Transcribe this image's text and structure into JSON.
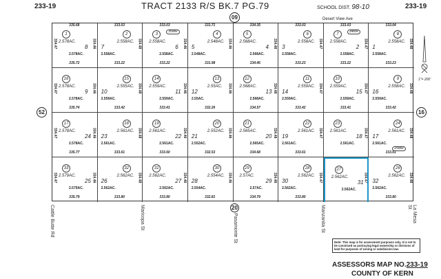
{
  "header": {
    "map_no_left": "233-19",
    "title": "TRACT 2133 R/S BK.7 PG.79",
    "school_label": "SCHOOL DIST.",
    "school_value": "98-10",
    "map_no_right": "233-19"
  },
  "street_top": "Desert View Ave",
  "circled_refs": {
    "top": "09",
    "left": "52",
    "right": "16",
    "bottom": "20"
  },
  "streets_bottom": [
    "Cattle Butte Rd",
    "Maricopa St",
    "Pasamonte St",
    "Manzanita St",
    "La Mesa St"
  ],
  "scale": "1\"= 200'",
  "highlight_color": "#1a95c8",
  "highlighted": {
    "row": 3,
    "col": 6
  },
  "h_dims": [
    [
      "335.68",
      "333.03",
      "333.03",
      "331.71",
      "334.35",
      "333.03",
      "333.03",
      "333.04"
    ],
    [
      "335.72",
      "333.22",
      "333.22",
      "331.98",
      "334.46",
      "333.23",
      "333.22",
      "333.23"
    ],
    [
      "335.74",
      "333.42",
      "333.41",
      "332.26",
      "334.57",
      "333.42",
      "333.41",
      "333.42"
    ],
    [
      "335.77",
      "333.61",
      "333.60",
      "332.53",
      "334.68",
      "333.61",
      "",
      "333.61"
    ],
    [
      "335.79",
      "333.80",
      "333.80",
      "332.81",
      "334.79",
      "333.80",
      "",
      "333.80"
    ]
  ],
  "v_dims": [
    "334.47",
    "334.46",
    "334.48",
    "334.46",
    "334.46",
    "334.48",
    "334.47",
    "334.47",
    "334.48"
  ],
  "rows": [
    [
      {
        "p": "1",
        "pac": "2.578AC.",
        "lot": "8",
        "lac": "2.578AC."
      },
      {
        "p": "2",
        "pac": "2.558AC.",
        "lot": "7",
        "lac": "2.558AC."
      },
      {
        "p": "3",
        "pac": "2.558AC.",
        "lot": "6",
        "lac": "2.558AC.",
        "mr": "35MR"
      },
      {
        "p": "4",
        "pac": "2.548AC.",
        "lot": "5",
        "lac": "2.548AC."
      },
      {
        "p": "5",
        "pac": "2.568AC.",
        "lot": "4",
        "lac": "2.568AC."
      },
      {
        "p": "6",
        "pac": "2.558AC.",
        "lot": "3",
        "lac": "2.558AC."
      },
      {
        "p": "7",
        "pac": "2.558AC.",
        "lot": "2",
        "lac": "2.558AC.",
        "mr": "34MR"
      },
      {
        "p": "8",
        "pac": "2.558AC.",
        "lot": "1",
        "lac": "2.558AC."
      }
    ],
    [
      {
        "p": "16",
        "pac": "2.578AC.",
        "lot": "9",
        "lac": "2.578AC."
      },
      {
        "p": "15",
        "pac": "2.555AC.",
        "lot": "10",
        "lac": "2.559AC."
      },
      {
        "p": "14",
        "pac": "2.559AC.",
        "lot": "11",
        "lac": "2.559AC."
      },
      {
        "p": "13",
        "pac": "2.55AC.",
        "lot": "12",
        "lac": "2.55AC."
      },
      {
        "p": "12",
        "pac": "2.568AC.",
        "lot": "13",
        "lac": "2.568AC."
      },
      {
        "p": "11",
        "pac": "2.559AC.",
        "lot": "14",
        "lac": "2.559AC."
      },
      {
        "p": "10",
        "pac": "2.559AC.",
        "lot": "15",
        "lac": "2.559AC."
      },
      {
        "p": "9",
        "pac": "2.558AC.",
        "lot": "16",
        "lac": "2.559AC."
      }
    ],
    [
      {
        "p": "17",
        "pac": "2.578AC.",
        "lot": "24",
        "lac": "2.578AC."
      },
      {
        "p": "18",
        "pac": "2.561AC.",
        "lot": "23",
        "lac": "2.561AC."
      },
      {
        "p": "19",
        "pac": "2.561AC.",
        "lot": "22",
        "lac": "2.561AC."
      },
      {
        "p": "20",
        "pac": "2.552AC.",
        "lot": "21",
        "lac": "2.552AC."
      },
      {
        "p": "21",
        "pac": "2.565AC.",
        "lot": "20",
        "lac": "2.565AC."
      },
      {
        "p": "22",
        "pac": "2.561AC.",
        "lot": "19",
        "lac": "2.561AC."
      },
      {
        "p": "23",
        "pac": "2.561AC.",
        "lot": "18",
        "lac": "2.561AC."
      },
      {
        "p": "24",
        "pac": "2.561AC.",
        "lot": "17",
        "lac": "2.561AC.",
        "mr": "25MR"
      }
    ],
    [
      {
        "p": "33",
        "pac": "2.579AC.",
        "lot": "25",
        "lac": "2.579AC."
      },
      {
        "p": "32",
        "pac": "2.562AC.",
        "lot": "26",
        "lac": "2.562AC."
      },
      {
        "p": "31",
        "pac": "2.562AC.",
        "lot": "27",
        "lac": "2.562AC."
      },
      {
        "p": "30",
        "pac": "2.554AC.",
        "lot": "28",
        "lac": "2.554AC."
      },
      {
        "p": "29",
        "pac": "2.57AC.",
        "lot": "29",
        "lac": "2.57AC."
      },
      {
        "p": "28",
        "pac": "2.562AC.",
        "lot": "30",
        "lac": "2.562AC."
      },
      {
        "p": "27",
        "pac": "2.562AC.",
        "lot": "31",
        "lac": "2.562AC."
      },
      {
        "p": "26",
        "pac": "2.562AC.",
        "lot": "32",
        "lac": "2.562AC."
      }
    ]
  ],
  "note": "Note: This map is for assessment purposes only. It is not to be construed as portraying legal ownership or divisions of land for purposes of zoning or subdivision law.",
  "footer": {
    "line1_prefix": "ASSESSORS MAP NO.",
    "line1_no": "233-19",
    "line2": "COUNTY OF KERN"
  }
}
